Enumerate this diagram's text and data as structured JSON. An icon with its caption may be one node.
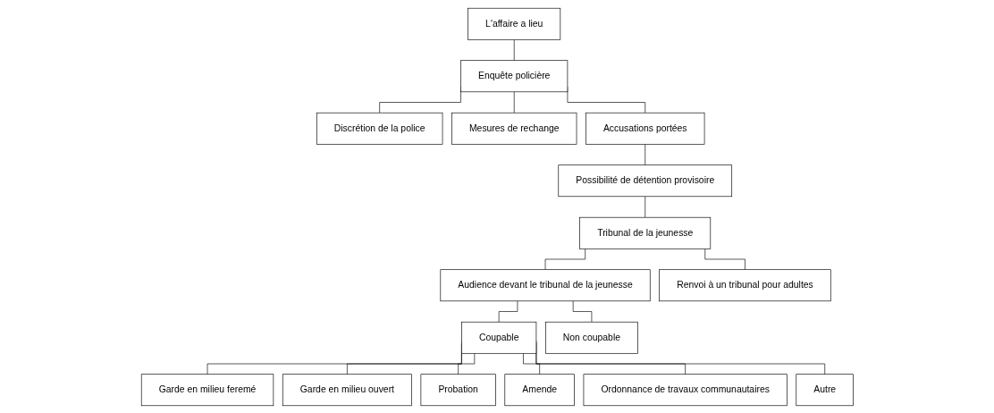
{
  "diagram": {
    "nodes": [
      {
        "text": [
          "L'affaire a lieu"
        ]
      },
      {
        "text": [
          "Enquête policière"
        ]
      },
      {
        "text": [
          "Discrétion de la police"
        ]
      },
      {
        "text": [
          "Mesures de rechange"
        ]
      },
      {
        "text": [
          "Accusations portées"
        ]
      },
      {
        "text": [
          "Possibilité de détention provisoire"
        ]
      },
      {
        "text": [
          "Tribunal de la jeunesse"
        ]
      },
      {
        "text": [
          "Audience devant le tribunal de la jeunesse"
        ]
      },
      {
        "text": [
          "Renvoi à un tribunal pour adultes"
        ]
      },
      {
        "text": [
          "Coupable"
        ]
      },
      {
        "text": [
          "Non coupable"
        ]
      },
      {
        "text": [
          "Garde en milieu feremé"
        ]
      },
      {
        "text": [
          "Garde en milieu ouvert"
        ]
      },
      {
        "text": [
          "Probation"
        ]
      },
      {
        "text": [
          "Amende"
        ]
      },
      {
        "text": [
          "Ordonnance de travaux communautaires"
        ]
      },
      {
        "text": [
          "Autre"
        ]
      }
    ],
    "edges": [
      {
        "from": 0,
        "to": 1,
        "arrow": "none"
      },
      {
        "from": 1,
        "to": 2,
        "arrow": "none"
      },
      {
        "from": 1,
        "to": 3,
        "arrow": "none"
      },
      {
        "from": 1,
        "to": 4,
        "arrow": "none"
      },
      {
        "from": 4,
        "to": 5,
        "arrow": "none"
      },
      {
        "from": 5,
        "to": 6,
        "arrow": "none"
      },
      {
        "from": 6,
        "to": 7,
        "arrow": "none"
      },
      {
        "from": 6,
        "to": 8,
        "arrow": "none"
      },
      {
        "from": 7,
        "to": 9,
        "arrow": "none"
      },
      {
        "from": 7,
        "to": 10,
        "arrow": "none"
      },
      {
        "from": 9,
        "to": 11,
        "arrow": "none"
      },
      {
        "from": 9,
        "to": 12,
        "arrow": "none"
      },
      {
        "from": 9,
        "to": 13,
        "arrow": "none"
      },
      {
        "from": 9,
        "to": 14,
        "arrow": "none"
      },
      {
        "from": 9,
        "to": 15,
        "arrow": "none"
      },
      {
        "from": 9,
        "to": 16,
        "arrow": "none"
      }
    ]
  }
}
